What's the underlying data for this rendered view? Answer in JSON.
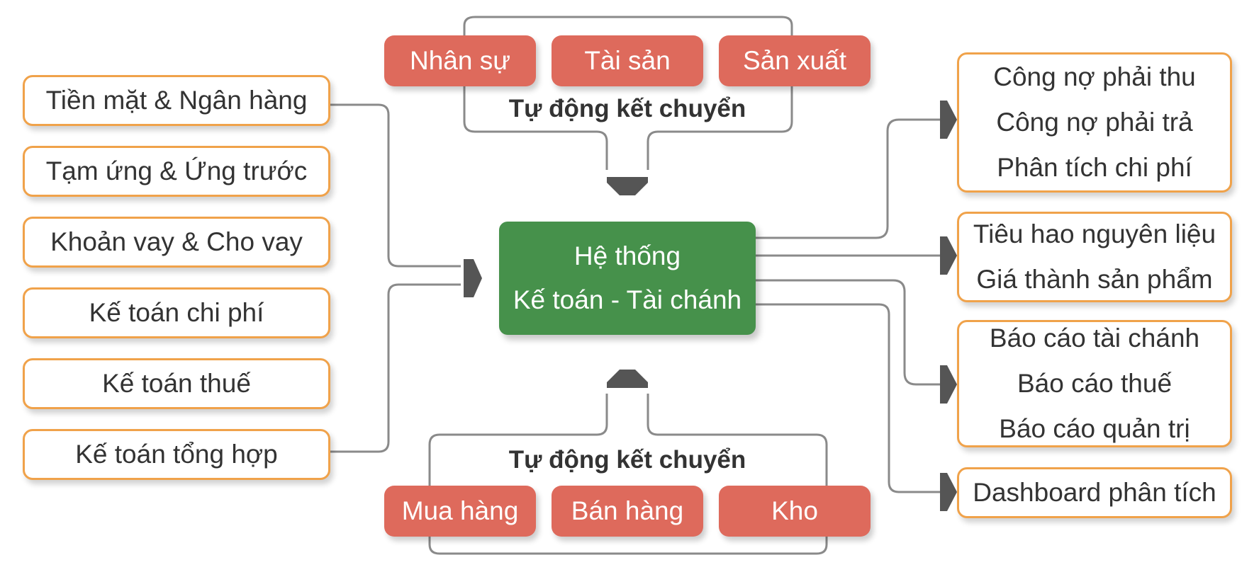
{
  "center": {
    "line1": "Hệ thống",
    "line2": "Kế toán - Tài chánh"
  },
  "top_group": {
    "label": "Tự động kết chuyển",
    "modules": [
      "Nhân sự",
      "Tài sản",
      "Sản xuất"
    ]
  },
  "bottom_group": {
    "label": "Tự động kết chuyển",
    "modules": [
      "Mua hàng",
      "Bán hàng",
      "Kho"
    ]
  },
  "left_modules": [
    "Tiền mặt & Ngân hàng",
    "Tạm ứng & Ứng trước",
    "Khoản vay & Cho vay",
    "Kế toán chi phí",
    "Kế toán thuế",
    "Kế toán tổng hợp"
  ],
  "outputs": [
    [
      "Công nợ phải thu",
      "Công nợ phải trả",
      "Phân tích chi phí"
    ],
    [
      "Tiêu hao nguyên liệu",
      "Giá thành sản phẩm"
    ],
    [
      "Báo cáo tài chánh",
      "Báo cáo thuế",
      "Báo cáo quản trị"
    ],
    [
      "Dashboard phân tích"
    ]
  ],
  "colors": {
    "module_border": "#f0a24a",
    "pill_fill": "#de6a5c",
    "core_fill": "#46914b",
    "connector": "#8a8a8a",
    "arrow": "#555555"
  }
}
